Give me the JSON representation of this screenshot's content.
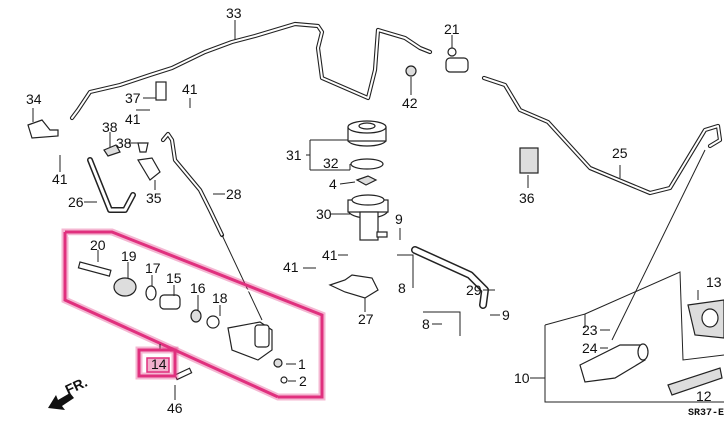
{
  "diagram": {
    "title": "Clutch Master / Slave Cylinder Parts Diagram",
    "drawing_code": "SR37-E",
    "direction_indicator": "FR.",
    "highlight_color": "#e0307e",
    "highlighted_callout": "14",
    "callouts": {
      "c1": "1",
      "c2": "2",
      "c4": "4",
      "c8a": "8",
      "c8b": "8",
      "c9a": "9",
      "c9b": "9",
      "c10": "10",
      "c12": "12",
      "c13": "13",
      "c14": "14",
      "c15": "15",
      "c16": "16",
      "c17": "17",
      "c18": "18",
      "c19": "19",
      "c20": "20",
      "c21": "21",
      "c23": "23",
      "c24": "24",
      "c25": "25",
      "c26": "26",
      "c27": "27",
      "c28": "28",
      "c29": "29",
      "c30": "30",
      "c31": "31",
      "c32": "32",
      "c33": "33",
      "c34": "34",
      "c35": "35",
      "c36": "36",
      "c37": "37",
      "c38a": "38",
      "c38b": "38",
      "c41a": "41",
      "c41b": "41",
      "c41c": "41",
      "c41d": "41",
      "c41e": "41",
      "c42": "42",
      "c46": "46"
    }
  }
}
